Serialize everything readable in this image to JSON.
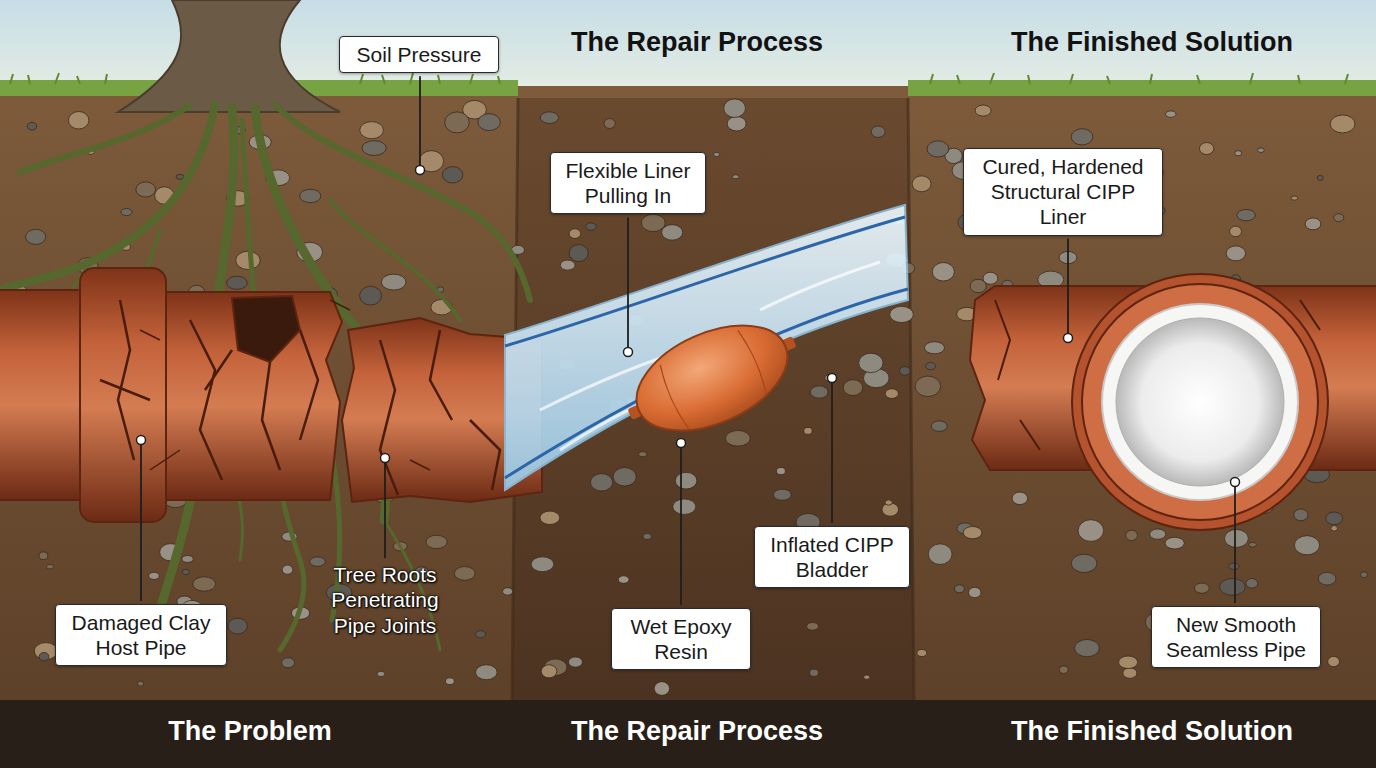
{
  "diagram": {
    "nodes": [
      {
        "text": [
          "Soil Pressure"
        ]
      },
      {
        "text": [
          "Flexible Liner Pulling In"
        ]
      },
      {
        "text": [
          "Cured, Hardened Structural CIPP Liner"
        ]
      },
      {
        "text": [
          "Inflated CIPP Bladder"
        ]
      },
      {
        "text": [
          "Damaged Clay Host Pipe"
        ]
      },
      {
        "text": [
          "Wet Epoxy Resin"
        ]
      },
      {
        "text": [
          "New Smooth Seamless Pipe"
        ]
      }
    ],
    "labels": [
      "The Repair Process",
      "The Finished Solution",
      "Tree Roots Penetrating Pipe Joints",
      "The Problem",
      "The Repair Process",
      "The Finished Solution"
    ]
  }
}
